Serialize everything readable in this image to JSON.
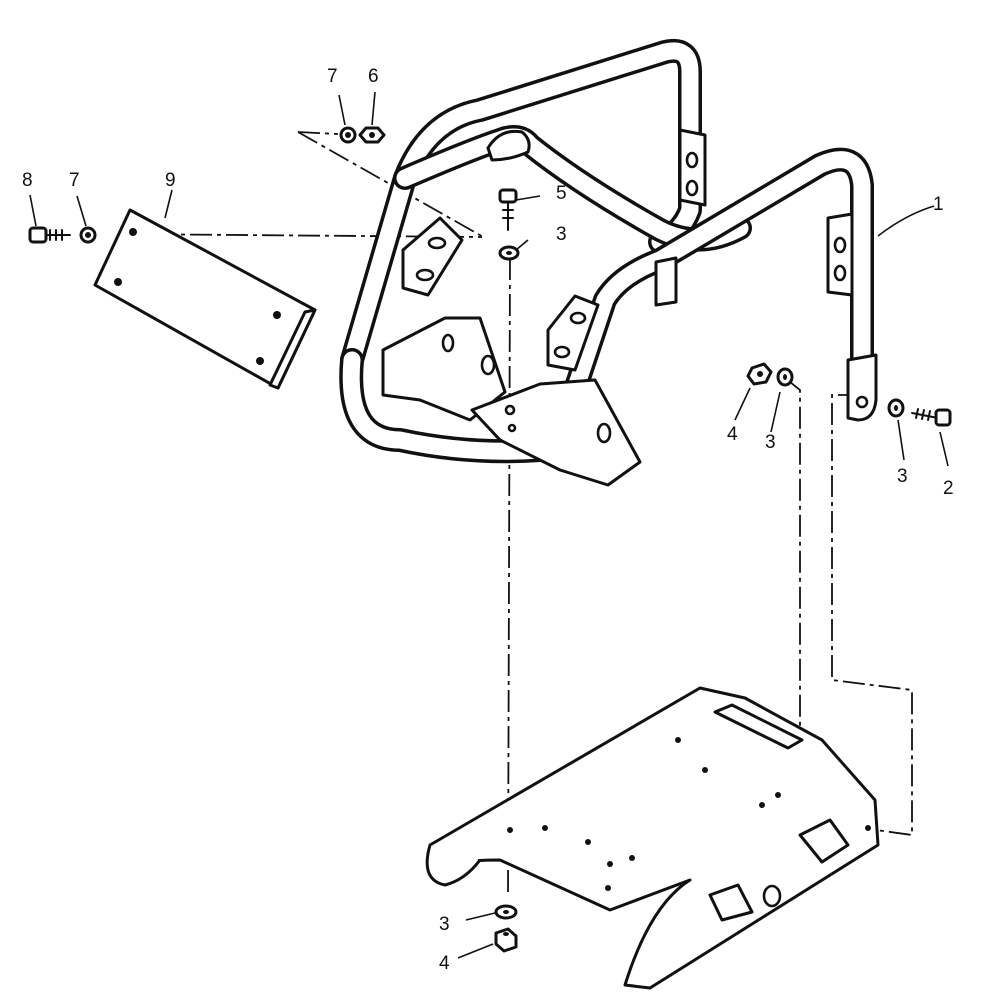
{
  "diagram": {
    "callouts": [
      {
        "id": "c1",
        "text": "1"
      },
      {
        "id": "c2",
        "text": "2"
      },
      {
        "id": "c3a",
        "text": "3"
      },
      {
        "id": "c3b",
        "text": "3"
      },
      {
        "id": "c3c",
        "text": "3"
      },
      {
        "id": "c3d",
        "text": "3"
      },
      {
        "id": "c4a",
        "text": "4"
      },
      {
        "id": "c4b",
        "text": "4"
      },
      {
        "id": "c5",
        "text": "5"
      },
      {
        "id": "c6",
        "text": "6"
      },
      {
        "id": "c7a",
        "text": "7"
      },
      {
        "id": "c7b",
        "text": "7"
      },
      {
        "id": "c8",
        "text": "8"
      },
      {
        "id": "c9",
        "text": "9"
      }
    ]
  }
}
